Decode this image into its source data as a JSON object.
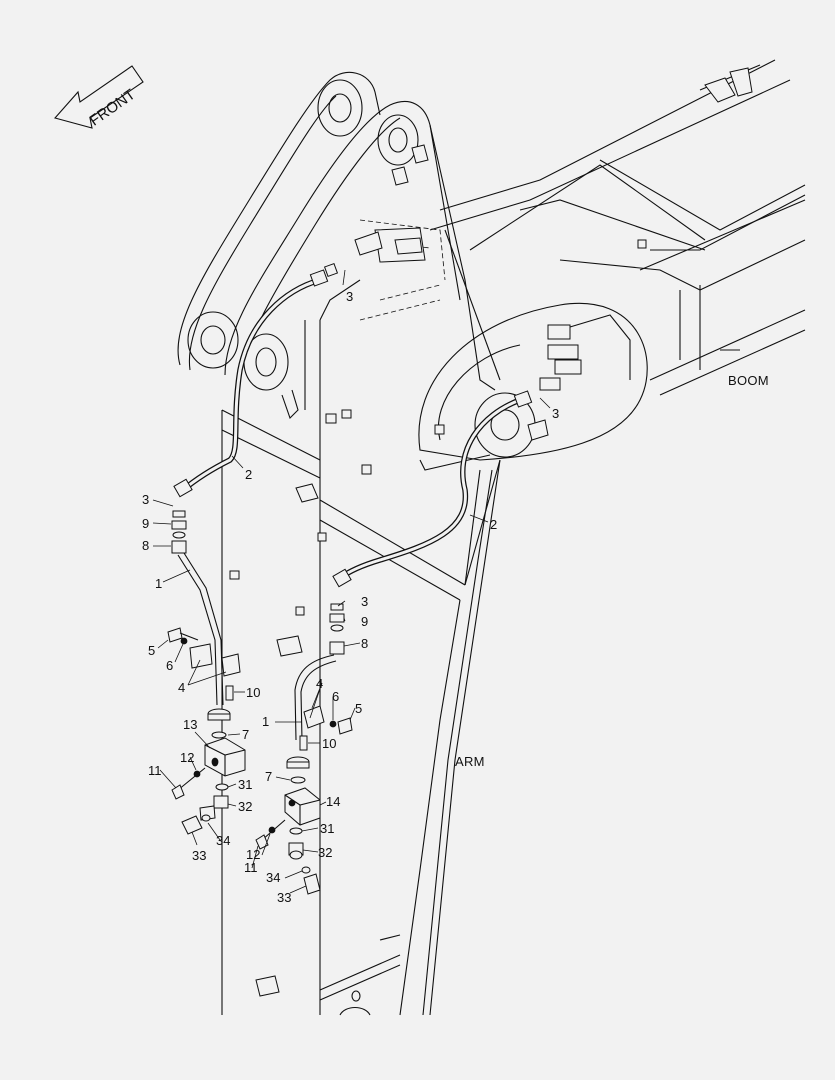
{
  "direction_arrow": {
    "label": "FRONT"
  },
  "regions": {
    "boom": "BOOM",
    "arm": "ARM"
  },
  "callouts": [
    "1",
    "2",
    "3",
    "4",
    "5",
    "6",
    "7",
    "8",
    "9",
    "10",
    "11",
    "12",
    "13",
    "14",
    "31",
    "32",
    "33",
    "34"
  ],
  "colors": {
    "line": "#111111",
    "background": "#f2f2f2"
  }
}
